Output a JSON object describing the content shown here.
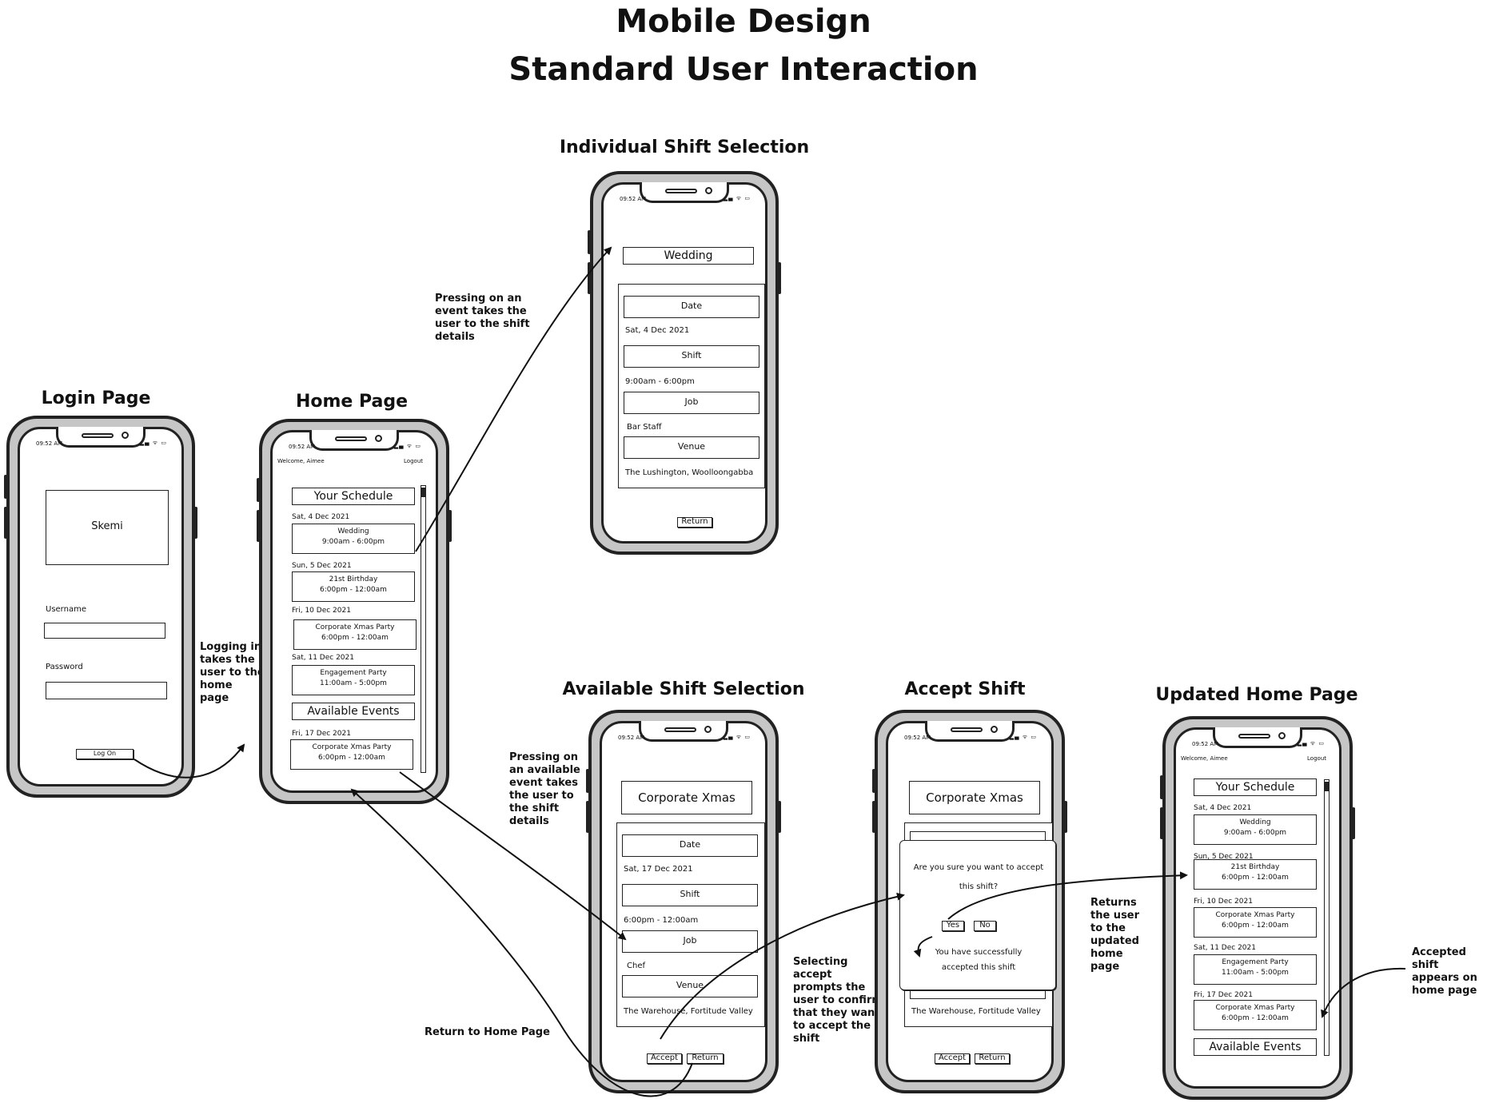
{
  "title_line1": "Mobile Design",
  "title_line2": "Standard User Interaction",
  "labels": {
    "login": "Login Page",
    "home": "Home Page",
    "individual": "Individual Shift Selection",
    "available": "Available Shift Selection",
    "accept": "Accept Shift",
    "updated": "Updated Home Page"
  },
  "notes": {
    "logging_in": [
      "Logging in",
      "takes the",
      "user to the",
      "home",
      "page"
    ],
    "pressing_event": [
      "Pressing on an",
      "event takes the",
      "user to the shift",
      "details"
    ],
    "pressing_available": [
      "Pressing on",
      "an available",
      "event takes",
      "the user to",
      "the shift",
      "details"
    ],
    "return_home": "Return to Home Page",
    "selecting_accept": [
      "Selecting",
      "accept",
      "prompts the",
      "user to confirm",
      "that they want",
      "to accept the",
      "shift"
    ],
    "returns_user": [
      "Returns",
      "the user",
      "to the",
      "updated",
      "home",
      "page"
    ],
    "accepted_appears": [
      "Accepted shift",
      "appears on",
      "home page"
    ]
  },
  "status": {
    "time": "09:52 AM",
    "icons": "▂▄ ᯤ ▭"
  },
  "login": {
    "logo": "Skemi",
    "username_label": "Username",
    "password_label": "Password",
    "button": "Log On"
  },
  "home": {
    "welcome": "Welcome, Aimee",
    "logout": "Logout",
    "schedule_head": "Your Schedule",
    "schedule": [
      {
        "date": "Sat, 4 Dec 2021",
        "name": "Wedding",
        "time": "9:00am - 6:00pm"
      },
      {
        "date": "Sun, 5 Dec 2021",
        "name": "21st Birthday",
        "time": "6:00pm - 12:00am"
      },
      {
        "date": "Fri, 10 Dec 2021",
        "name": "Corporate Xmas Party",
        "time": "6:00pm - 12:00am"
      },
      {
        "date": "Sat, 11 Dec 2021",
        "name": "Engagement Party",
        "time": "11:00am - 5:00pm"
      }
    ],
    "available_head": "Available Events",
    "available": [
      {
        "date": "Fri, 17 Dec 2021",
        "name": "Corporate Xmas Party",
        "time": "6:00pm - 12:00am"
      }
    ]
  },
  "individual": {
    "event_title": "Wedding",
    "date_head": "Date",
    "date_val": "Sat, 4 Dec 2021",
    "shift_head": "Shift",
    "shift_val": "9:00am - 6:00pm",
    "job_head": "Job",
    "job_val": "Bar Staff",
    "venue_head": "Venue",
    "venue_val": "The Lushington, Woolloongabba",
    "return": "Return"
  },
  "available_sel": {
    "event_title": "Corporate Xmas Party",
    "date_head": "Date",
    "date_val": "Sat, 17 Dec 2021",
    "shift_head": "Shift",
    "shift_val": "6:00pm - 12:00am",
    "job_head": "Job",
    "job_val": "Chef",
    "venue_head": "Venue",
    "venue_val": "The Warehouse, Fortitude Valley",
    "accept": "Accept",
    "return": "Return"
  },
  "accept_shift": {
    "event_title": "Corporate Xmas Party",
    "venue_val": "The Warehouse, Fortitude Valley",
    "dialog_q1": "Are you sure you want to accept",
    "dialog_q2": "this shift?",
    "yes": "Yes",
    "no": "No",
    "success1": "You have successfully",
    "success2": "accepted this shift",
    "accept": "Accept",
    "return": "Return"
  },
  "updated": {
    "welcome": "Welcome, Aimee",
    "logout": "Logout",
    "schedule_head": "Your Schedule",
    "schedule": [
      {
        "date": "Sat, 4 Dec 2021",
        "name": "Wedding",
        "time": "9:00am - 6:00pm"
      },
      {
        "date": "Sun, 5 Dec 2021",
        "name": "21st Birthday",
        "time": "6:00pm - 12:00am"
      },
      {
        "date": "Fri, 10 Dec 2021",
        "name": "Corporate Xmas Party",
        "time": "6:00pm - 12:00am"
      },
      {
        "date": "Sat, 11 Dec 2021",
        "name": "Engagement Party",
        "time": "11:00am - 5:00pm"
      },
      {
        "date": "Fri, 17 Dec 2021",
        "name": "Corporate Xmas Party",
        "time": "6:00pm - 12:00am"
      }
    ],
    "available_head": "Available Events"
  }
}
